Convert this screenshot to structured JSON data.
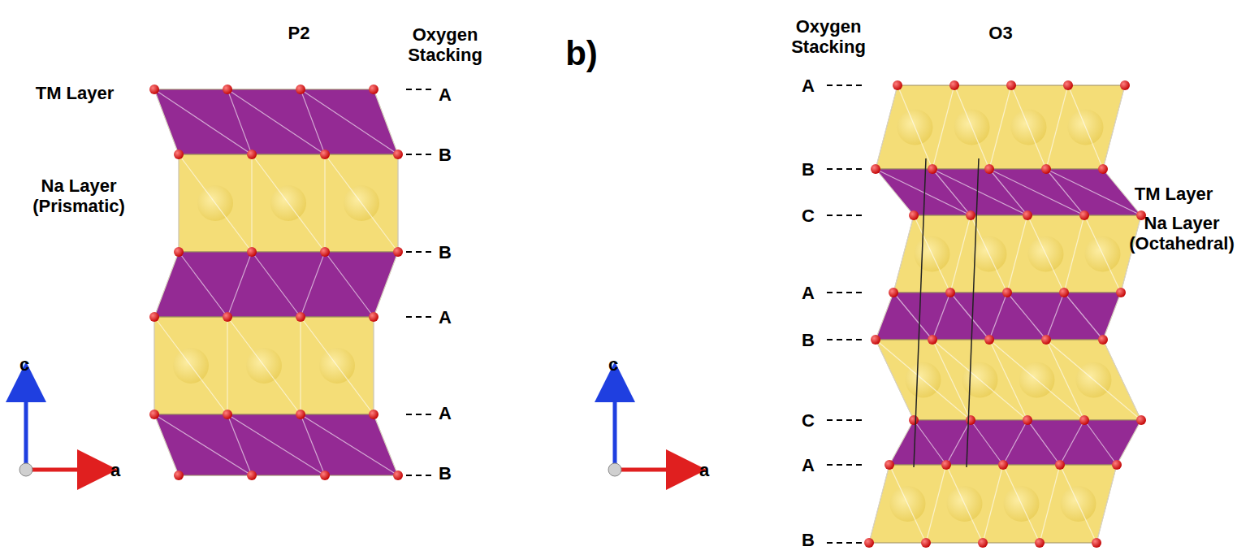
{
  "diagram": {
    "labels": [
      "P2",
      "Oxygen Stacking",
      "TM Layer",
      "Na Layer (Prismatic)",
      "A",
      "B",
      "B",
      "A",
      "A",
      "B",
      "c",
      "a",
      "b)",
      "Oxygen Stacking",
      "O3",
      "A",
      "B",
      "C",
      "A",
      "B",
      "C",
      "A",
      "B",
      "TM Layer",
      "Na Layer (Octahedral)",
      "c",
      "a"
    ]
  }
}
